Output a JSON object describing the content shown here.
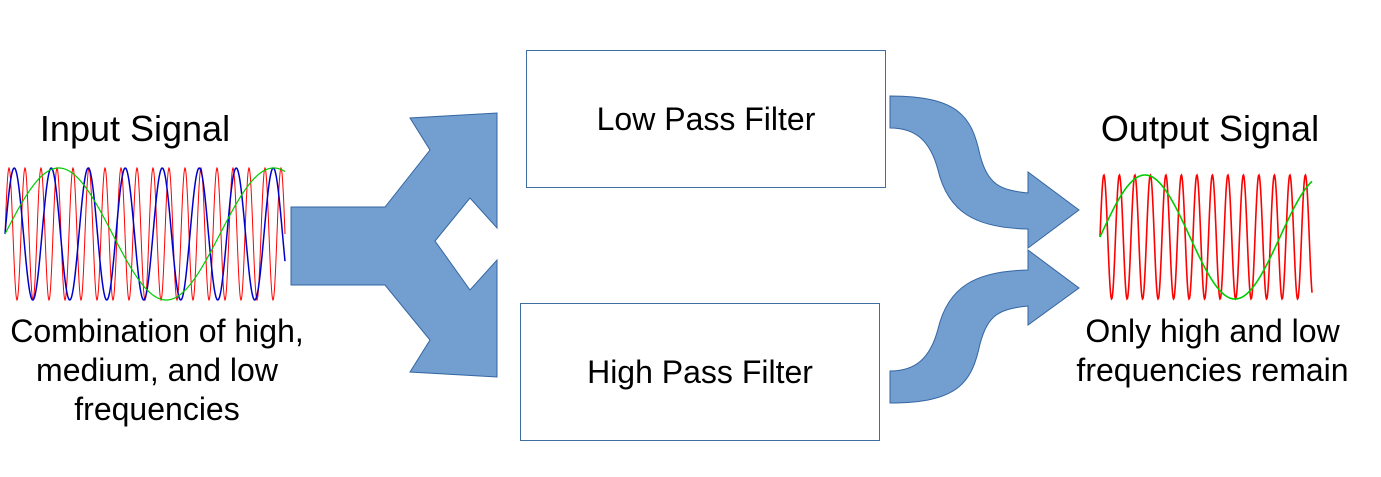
{
  "input": {
    "title": "Input Signal",
    "description": "Combination of high,\nmedium, and low\nfrequencies"
  },
  "filters": {
    "low_pass": "Low Pass Filter",
    "high_pass": "High Pass Filter"
  },
  "output": {
    "title": "Output Signal",
    "description": "Only high and low\nfrequencies remain"
  },
  "colors": {
    "arrow_fill": "#729fcf",
    "arrow_stroke": "#3465a4",
    "box_border": "#3f6fa0",
    "high_frequency": "#ff0000",
    "medium_frequency": "#0000cc",
    "low_frequency": "#00cc00"
  }
}
